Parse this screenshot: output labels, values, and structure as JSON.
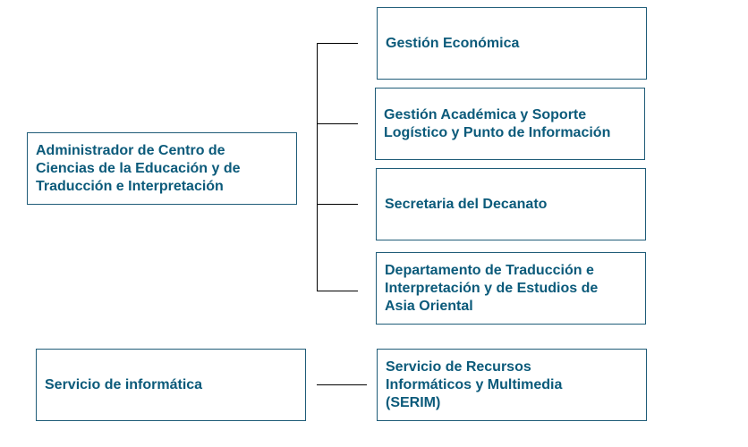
{
  "colors": {
    "box_text": "#0b5a7a",
    "box_border": "#1f5c78",
    "connector": "#000000"
  },
  "diagram": {
    "root": {
      "label": "Administrador de Centro de\nCiencias de la Educación y de\nTraducción e Interpretación"
    },
    "children": [
      {
        "label": "Gestión Económica"
      },
      {
        "label": "Gestión Académica y Soporte\nLogístico y Punto de Información"
      },
      {
        "label": "Secretaria del Decanato"
      },
      {
        "label": "Departamento de Traducción e\nInterpretación y de Estudios de\nAsia Oriental"
      }
    ],
    "second_root": {
      "label": "Servicio de informática"
    },
    "second_child": {
      "label": "Servicio de Recursos\nInformáticos y Multimedia\n(SERIM)"
    }
  }
}
